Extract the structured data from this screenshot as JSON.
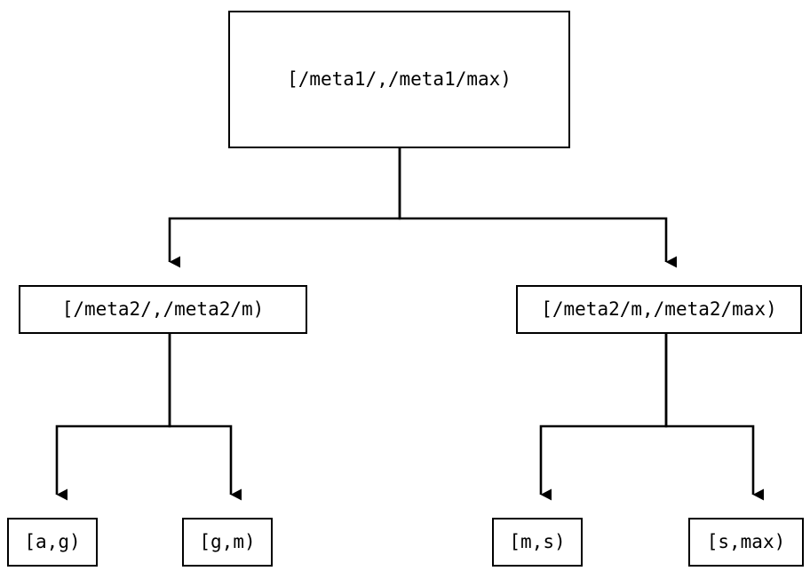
{
  "diagram": {
    "type": "interval-partition-tree",
    "background_color": "#ffffff",
    "line_color": "#000000",
    "text_color": "#000000",
    "nodes": {
      "root": {
        "label": "[/meta1/,/meta1/max)"
      },
      "mid_left": {
        "label": "[/meta2/,/meta2/m)"
      },
      "mid_right": {
        "label": "[/meta2/m,/meta2/max)"
      },
      "leaf_ag": {
        "label": "[a,g)"
      },
      "leaf_gm": {
        "label": "[g,m)"
      },
      "leaf_ms": {
        "label": "[m,s)"
      },
      "leaf_smax": {
        "label": "[s,max)"
      }
    },
    "edges": [
      {
        "from": "root",
        "to": "mid_left",
        "arrow": "triangle-down"
      },
      {
        "from": "root",
        "to": "mid_right",
        "arrow": "triangle-down"
      },
      {
        "from": "mid_left",
        "to": "leaf_ag",
        "arrow": "triangle-down"
      },
      {
        "from": "mid_left",
        "to": "leaf_gm",
        "arrow": "triangle-down"
      },
      {
        "from": "mid_right",
        "to": "leaf_ms",
        "arrow": "triangle-down"
      },
      {
        "from": "mid_right",
        "to": "leaf_smax",
        "arrow": "triangle-down"
      }
    ]
  }
}
